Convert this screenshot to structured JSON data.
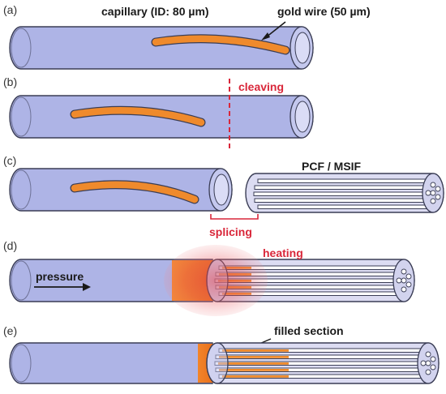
{
  "panels": {
    "a": "(a)",
    "b": "(b)",
    "c": "(c)",
    "d": "(d)",
    "e": "(e)"
  },
  "labels": {
    "capillary": "capillary (ID: 80 µm)",
    "gold_wire": "gold wire (50 µm)",
    "cleaving": "cleaving",
    "pcf": "PCF / MSIF",
    "splicing": "splicing",
    "heating": "heating",
    "pressure": "pressure",
    "filled": "filled section"
  },
  "colors": {
    "capillary_fill": "#aeb4e6",
    "capillary_stroke": "#3a3d55",
    "gold": "#ef8a2c",
    "fiber_fill": "#dcdcf2",
    "accent_red": "#d9273a",
    "heat_glow": "#e5484d"
  }
}
